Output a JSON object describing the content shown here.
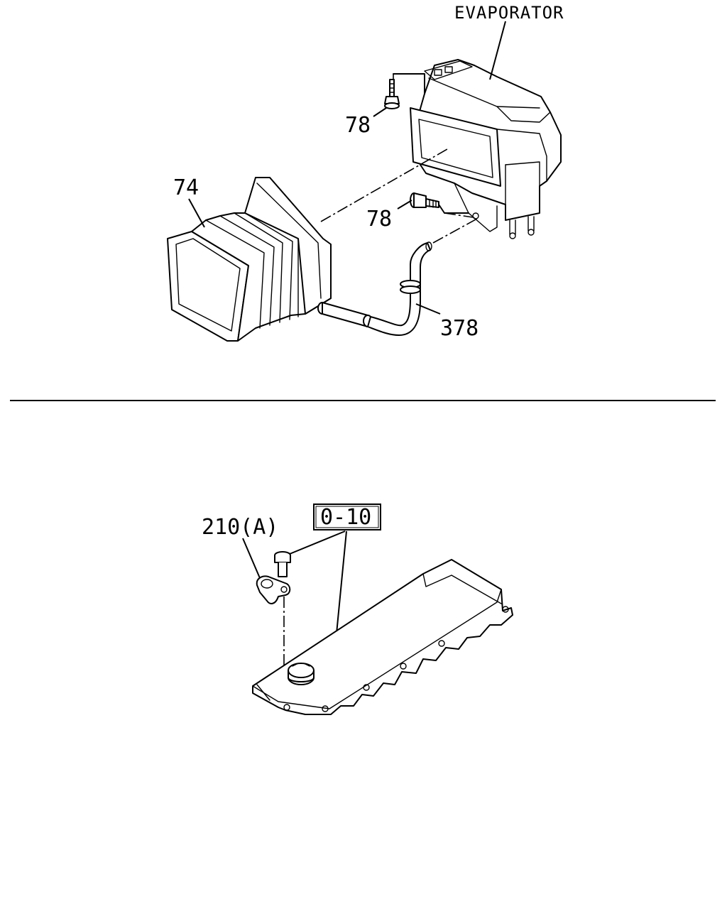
{
  "diagram": {
    "top_section": {
      "evaporator_label": "EVAPORATOR",
      "callouts": {
        "bolt_upper": "78",
        "bolt_lower": "78",
        "duct": "74",
        "hose": "378"
      }
    },
    "bottom_section": {
      "callouts": {
        "clip": "210(A)",
        "reference_box": "0-10"
      }
    }
  }
}
